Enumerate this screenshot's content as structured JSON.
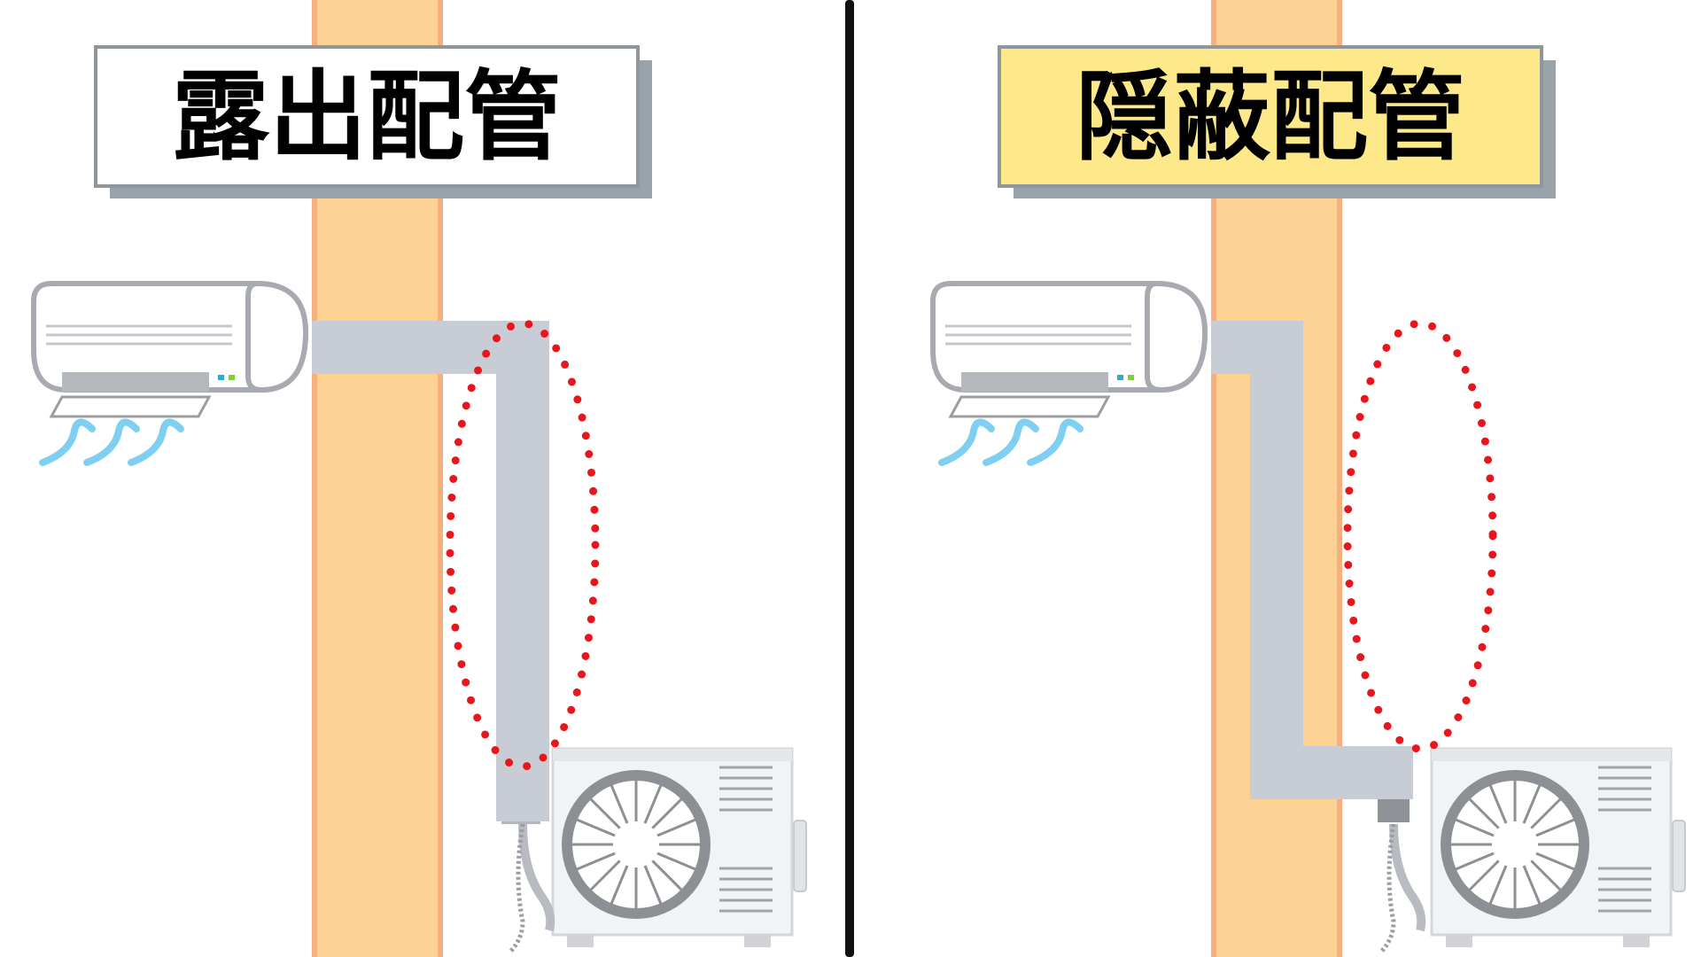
{
  "panels": [
    {
      "title": "露出配管",
      "title_bg": "#ffffff"
    },
    {
      "title": "隠蔽配管",
      "title_bg": "#fde98a"
    }
  ],
  "colors": {
    "pillar": "#fdd294",
    "pillar_edge": "#f6b07e",
    "pipe": "#c8ccd4",
    "divider": "#111111",
    "highlight_dots": "#e8161c",
    "airflow": "#7ecff2",
    "unit_body": "#f2f3f4",
    "unit_outline": "#8a8d91",
    "title_border": "#8f969c",
    "title_shadow": "#9aa2aa"
  },
  "icons": {
    "indoor_unit": "air-conditioner-indoor-unit-icon",
    "outdoor_unit": "air-conditioner-outdoor-unit-icon",
    "airflow": "airflow-waves-icon",
    "highlight": "dotted-ellipse-highlight"
  }
}
